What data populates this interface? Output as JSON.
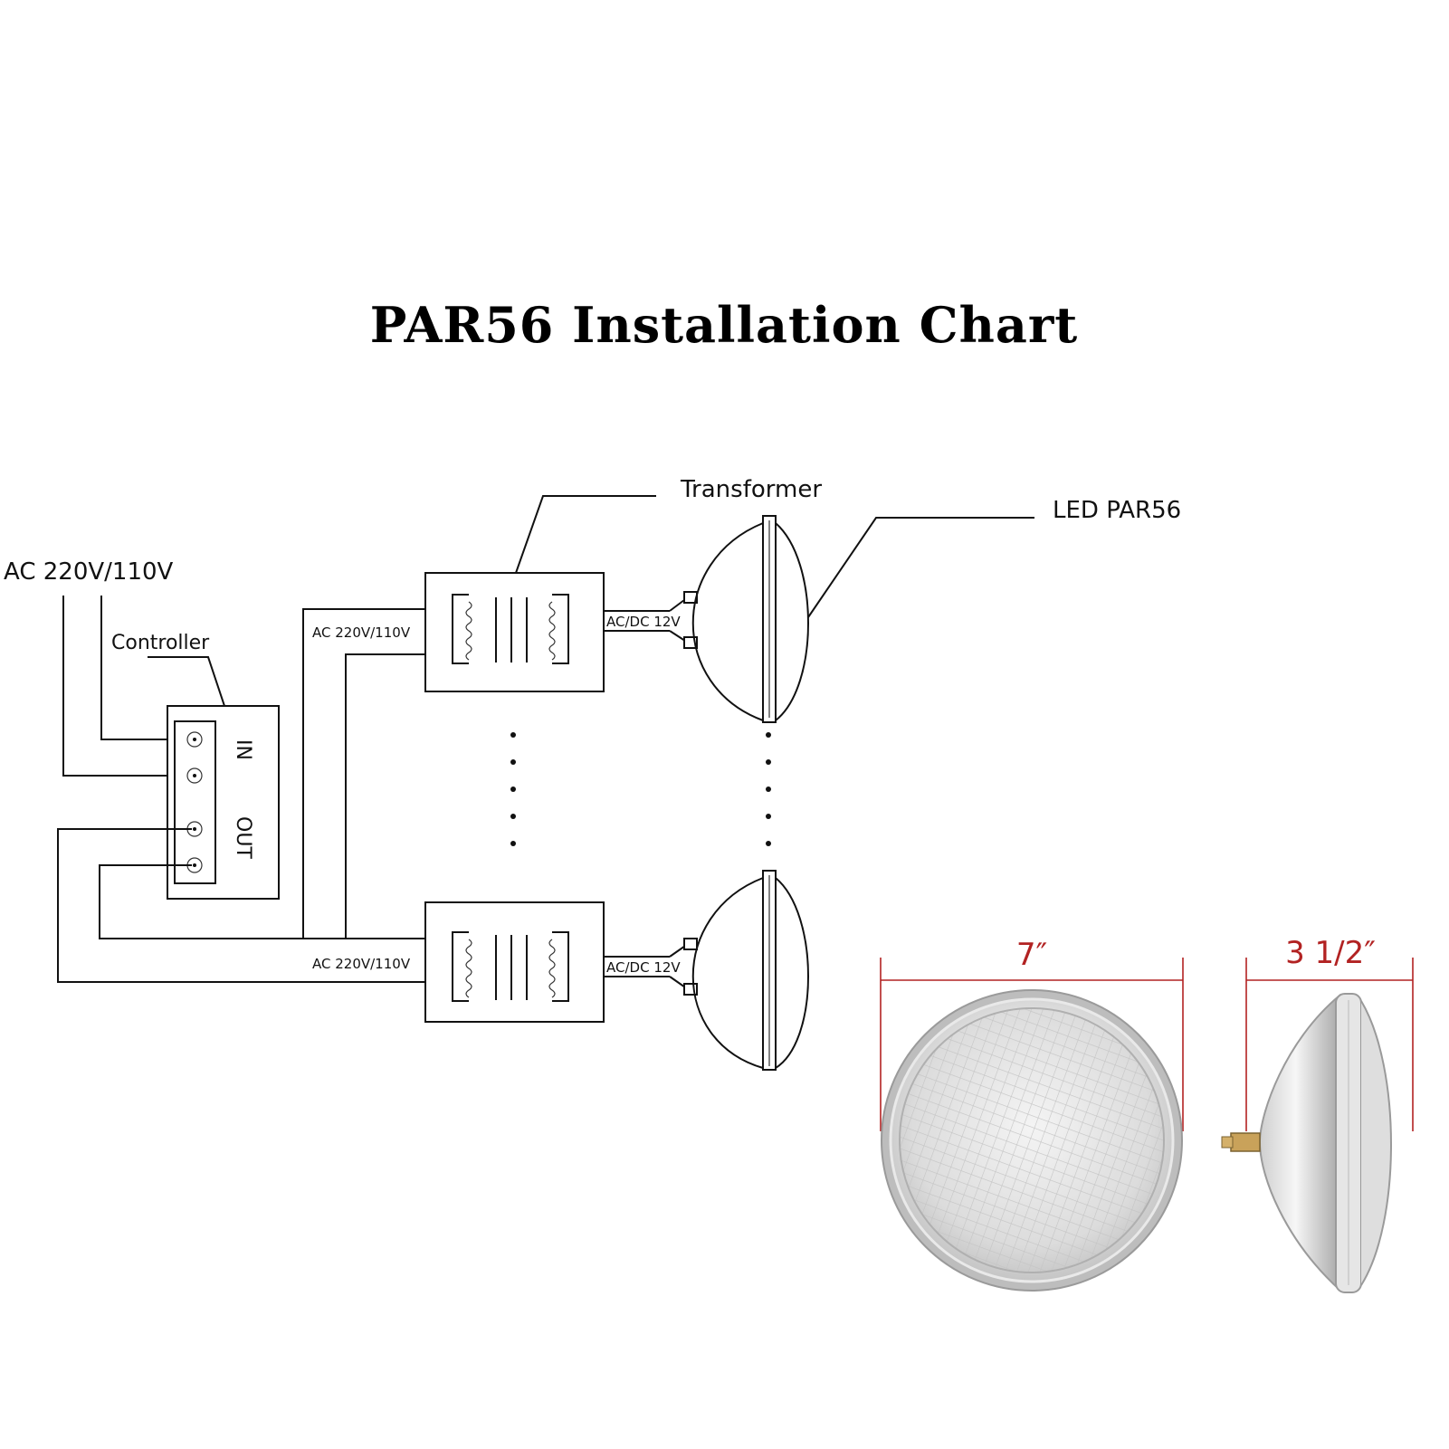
{
  "title": "PAR56 Installation Chart",
  "labels": {
    "ac_input": "AC 220V/110V",
    "controller": "Controller",
    "transformer": "Transformer",
    "led_par56": "LED PAR56",
    "controller_in": "IN",
    "controller_out": "OUT",
    "transformer_in_top": "AC 220V/110V",
    "transformer_in_bottom": "AC 220V/110V",
    "output_top": "AC/DC 12V",
    "output_bottom": "AC/DC 12V"
  },
  "dimensions": {
    "diameter": "7″",
    "depth": "3 1/2″"
  },
  "colors": {
    "line": "#111111",
    "dimension": "#b22222"
  }
}
